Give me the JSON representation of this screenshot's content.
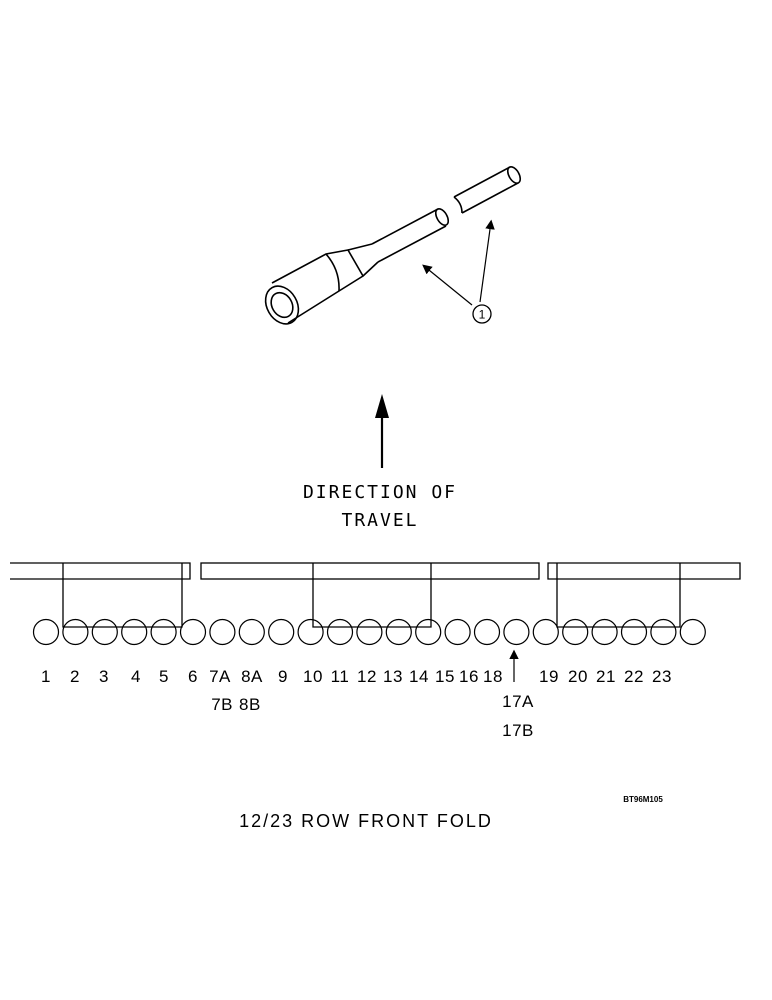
{
  "diagram": {
    "callout_number": "1",
    "direction_line1": "DIRECTION OF",
    "direction_line2": "TRAVEL",
    "row_labels_line1": [
      "1",
      "2",
      "3",
      "4",
      "5",
      "6",
      "7A",
      "8A",
      "9",
      "10",
      "11",
      "12",
      "13",
      "14",
      "15",
      "16",
      "18",
      "19",
      "20",
      "21",
      "22",
      "23"
    ],
    "row_labels_line2": [
      "7B",
      "8B"
    ],
    "row_17_label_a": "17A",
    "row_17_label_b": "17B",
    "figure_id": "BT96M105",
    "caption": "12/23 ROW FRONT FOLD"
  }
}
